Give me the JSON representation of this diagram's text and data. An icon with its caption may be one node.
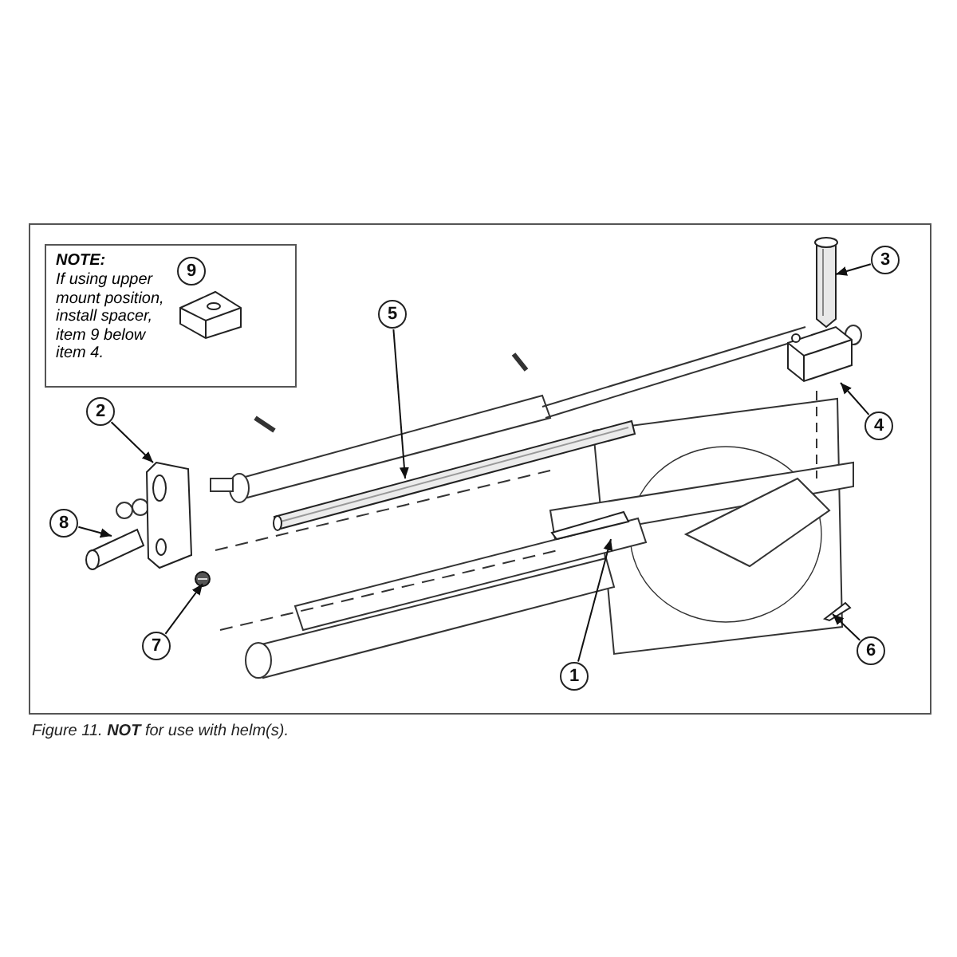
{
  "diagram": {
    "caption": "Figure 11. **NOT** for use with helm(s).",
    "nodes": [
      {
        "text": [
          "NOTE:",
          "If using upper mount position, install spacer, item 9 below item 4."
        ]
      },
      {
        "text": [
          "9"
        ],
        "in": 0
      },
      {
        "text": [],
        "shape": "picture",
        "in": 0
      },
      {
        "text": [
          "1"
        ]
      },
      {
        "text": [],
        "shape": "picture"
      },
      {
        "text": [
          "2"
        ]
      },
      {
        "text": [],
        "shape": "picture"
      },
      {
        "text": [
          "3"
        ]
      },
      {
        "text": [],
        "shape": "cylinder"
      },
      {
        "text": [
          "4"
        ]
      },
      {
        "text": [],
        "shape": "picture"
      },
      {
        "text": [
          "5"
        ]
      },
      {
        "text": [],
        "shape": "bar"
      },
      {
        "text": [
          "6"
        ]
      },
      {
        "text": [],
        "shape": "picture"
      },
      {
        "text": [
          "7"
        ]
      },
      {
        "text": [],
        "shape": "circle"
      },
      {
        "text": [
          "8"
        ]
      },
      {
        "text": [],
        "shape": "picture"
      }
    ],
    "edges": [
      {
        "from": 3,
        "to": 4,
        "arrow": "to"
      },
      {
        "from": 5,
        "to": 6,
        "arrow": "to"
      },
      {
        "from": 7,
        "to": 8,
        "arrow": "to"
      },
      {
        "from": 9,
        "to": 10,
        "arrow": "to"
      },
      {
        "from": 11,
        "to": 12,
        "arrow": "to"
      },
      {
        "from": 13,
        "to": 14,
        "arrow": "to"
      },
      {
        "from": 15,
        "to": 16,
        "arrow": "to"
      },
      {
        "from": 17,
        "to": 18,
        "arrow": "to"
      }
    ]
  }
}
